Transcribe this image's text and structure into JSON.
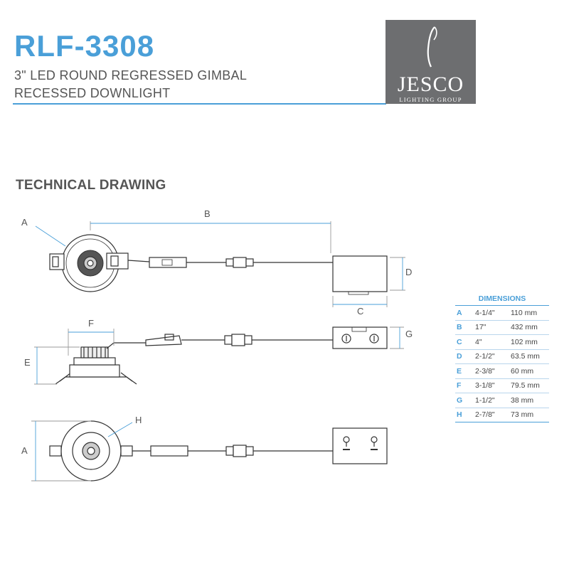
{
  "header": {
    "model": "RLF-3308",
    "subtitle_line1": "3\" LED ROUND REGRESSED GIMBAL",
    "subtitle_line2": "RECESSED DOWNLIGHT",
    "accent_color": "#4a9fd8"
  },
  "logo": {
    "brand": "JESCO",
    "tagline": "LIGHTING GROUP",
    "background_color": "#6d6e70"
  },
  "section_title": "TECHNICAL DRAWING",
  "drawing_labels": {
    "A_top": "A",
    "B": "B",
    "C": "C",
    "D": "D",
    "E": "E",
    "F": "F",
    "G": "G",
    "H": "H",
    "A_bottom": "A"
  },
  "dimensions": {
    "title": "DIMENSIONS",
    "rows": [
      {
        "key": "A",
        "inch": "4-1/4\"",
        "mm": "110 mm"
      },
      {
        "key": "B",
        "inch": "17\"",
        "mm": "432 mm"
      },
      {
        "key": "C",
        "inch": "4\"",
        "mm": "102 mm"
      },
      {
        "key": "D",
        "inch": "2-1/2\"",
        "mm": "63.5 mm"
      },
      {
        "key": "E",
        "inch": "2-3/8\"",
        "mm": "60 mm"
      },
      {
        "key": "F",
        "inch": "3-1/8\"",
        "mm": "79.5 mm"
      },
      {
        "key": "G",
        "inch": "1-1/2\"",
        "mm": "38 mm"
      },
      {
        "key": "H",
        "inch": "2-7/8\"",
        "mm": "73 mm"
      }
    ]
  }
}
